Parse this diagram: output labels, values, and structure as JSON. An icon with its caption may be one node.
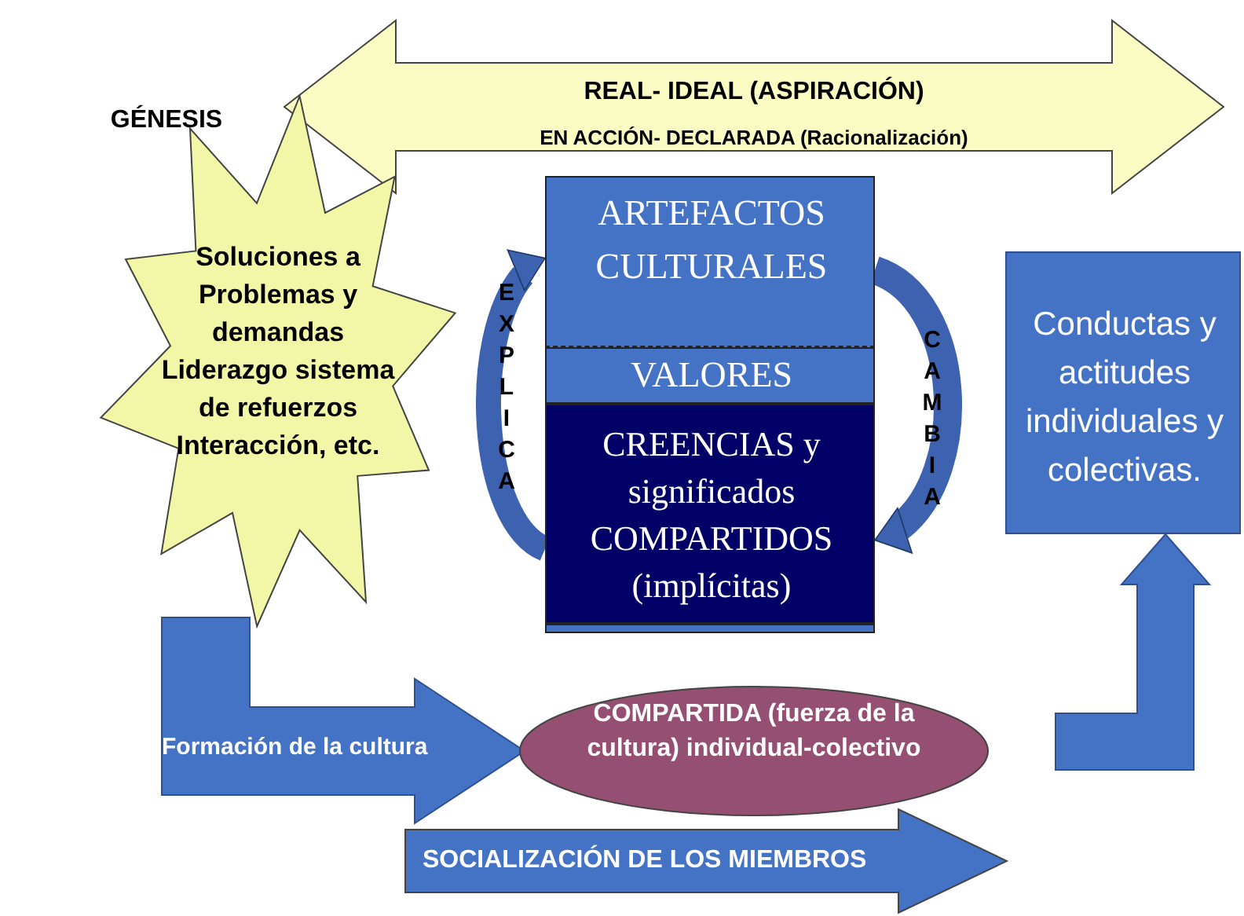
{
  "diagram": {
    "nodes": [
      {
        "text": [
          "REAL- IDEAL (ASPIRACIÓN)",
          "EN ACCIÓN- DECLARADA (Racionalización)"
        ]
      },
      {
        "text": [
          "GÉNESIS",
          "Soluciones a Problemas y demandas Liderazgo sistema de refuerzos Interacción, etc."
        ]
      },
      {
        "text": [
          "ARTEFACTOS CULTURALES"
        ]
      },
      {
        "text": [
          "VALORES"
        ]
      },
      {
        "text": [
          "CREENCIAS y significados COMPARTIDOS (implícitas)"
        ]
      },
      {
        "text": [
          "Conductas y actitudes individuales y colectivas."
        ]
      },
      {
        "text": [
          "COMPARTIDA (fuerza de la cultura) individual-colectivo"
        ]
      },
      {
        "text": [
          "SOCIALIZACIÓN DE LOS MIEMBROS"
        ]
      }
    ],
    "edges": [
      {
        "from": 4,
        "to": 2,
        "arrow": "to",
        "label": "EXPLICA"
      },
      {
        "from": 2,
        "to": 4,
        "arrow": "to",
        "label": "CAMBIA"
      },
      {
        "from": 1,
        "to": 6,
        "arrow": "to",
        "label": "Formación de la cultura"
      },
      {
        "from": null,
        "to": 5,
        "arrow": "to"
      }
    ]
  }
}
